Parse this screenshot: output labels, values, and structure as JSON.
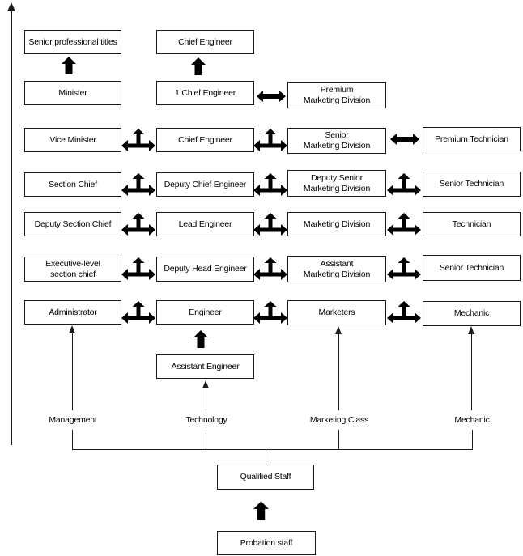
{
  "colors": {
    "line": "#1a1a1a",
    "text": "#000000",
    "background": "#ffffff"
  },
  "icons": {
    "axis_arrow": "filled-up-arrow",
    "promotion_arrow": "hollow-up-arrow",
    "transfer_arrow": "hollow-left-right-arrow",
    "transfer_promotion_arrow": "hollow-three-way-arrow",
    "track_arrow": "thin-solid-up-arrow"
  },
  "boxes": {
    "senior_professional_titles": "Senior professional titles",
    "chief_engineer_top": "Chief Engineer",
    "minister": "Minister",
    "one_chief_engineer": "1 Chief Engineer",
    "premium_marketing_division": "Premium\nMarketing Division",
    "vice_minister": "Vice Minister",
    "chief_engineer": "Chief Engineer",
    "senior_marketing_division": "Senior\nMarketing Division",
    "premium_technician": "Premium Technician",
    "section_chief": "Section Chief",
    "deputy_chief_engineer": "Deputy Chief Engineer",
    "deputy_senior_marketing_division": "Deputy Senior\nMarketing Division",
    "senior_technician_1": "Senior Technician",
    "deputy_section_chief": "Deputy Section Chief",
    "lead_engineer": "Lead Engineer",
    "marketing_division": "Marketing Division",
    "technician": "Technician",
    "executive_level_section_chief": "Executive-level\nsection chief",
    "deputy_head_engineer": "Deputy Head Engineer",
    "assistant_marketing_division": "Assistant\nMarketing Division",
    "senior_technician_2": "Senior Technician",
    "administrator": "Administrator",
    "engineer": "Engineer",
    "marketers": "Marketers",
    "mechanic": "Mechanic",
    "assistant_engineer": "Assistant Engineer",
    "qualified_staff": "Qualified Staff",
    "probation_staff": "Probation staff"
  },
  "tracks": {
    "management": "Management",
    "technology": "Technology",
    "marketing_class": "Marketing Class",
    "mechanic": "Mechanic"
  }
}
